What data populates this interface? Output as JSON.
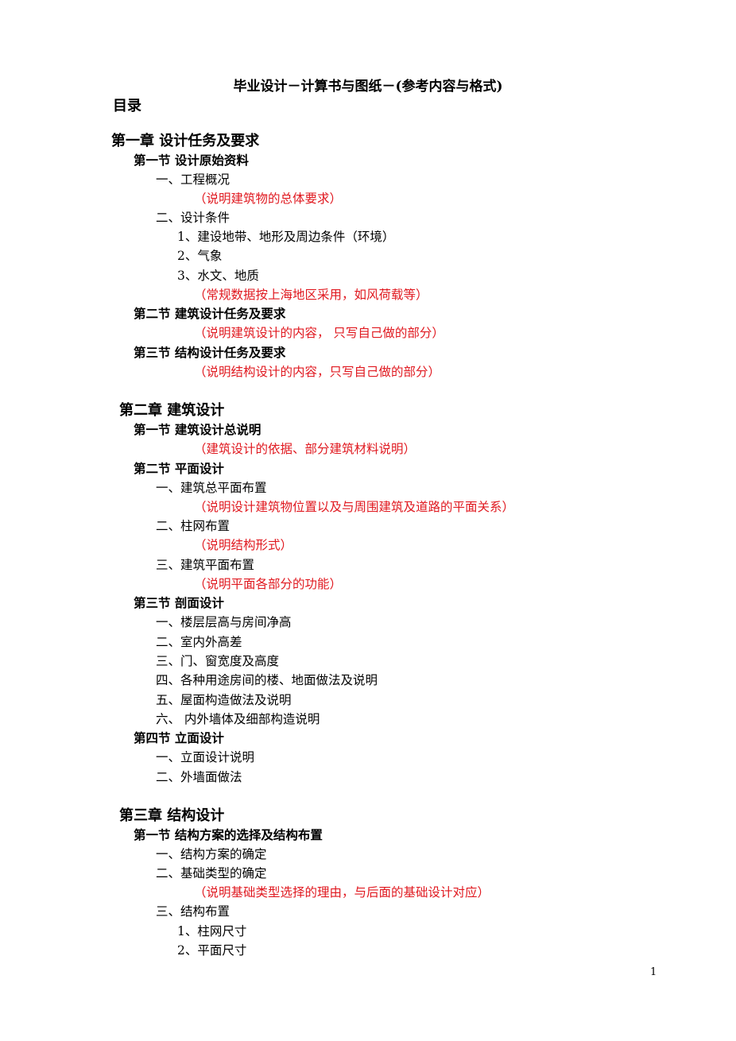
{
  "doc_title": "毕业设计－计算书与图纸－(参考内容与格式)",
  "toc_heading": "目录",
  "lines": [
    {
      "text": "第一章 设计任务及要求",
      "kind": "chapter",
      "indent": 0
    },
    {
      "text": "第一节 设计原始资料",
      "kind": "section",
      "indent": 1
    },
    {
      "text": "一、工程概况",
      "kind": "item",
      "indent": 2
    },
    {
      "text": "（说明建筑物的总体要求）",
      "kind": "note",
      "indent": 3
    },
    {
      "text": "二、设计条件",
      "kind": "item",
      "indent": 2
    },
    {
      "text": "1、建设地带、地形及周边条件（环境）",
      "kind": "item",
      "indent": 4
    },
    {
      "text": "2、气象",
      "kind": "item",
      "indent": 4
    },
    {
      "text": "3、水文、地质",
      "kind": "item",
      "indent": 4
    },
    {
      "text": "（常规数据按上海地区采用，如风荷载等）",
      "kind": "note",
      "indent": 3
    },
    {
      "text": "第二节 建筑设计任务及要求",
      "kind": "section",
      "indent": 1
    },
    {
      "text": "（说明建筑设计的内容， 只写自己做的部分）",
      "kind": "note",
      "indent": 3
    },
    {
      "text": "第三节 结构设计任务及要求",
      "kind": "section",
      "indent": 1
    },
    {
      "text": "（说明结构设计的内容，只写自己做的部分）",
      "kind": "note",
      "indent": 3
    },
    {
      "text": "第二章 建筑设计",
      "kind": "chapter",
      "indent": 5
    },
    {
      "text": "第一节 建筑设计总说明",
      "kind": "section",
      "indent": 1
    },
    {
      "text": "（建筑设计的依据、部分建筑材料说明）",
      "kind": "note",
      "indent": 3
    },
    {
      "text": "第二节 平面设计",
      "kind": "section",
      "indent": 1
    },
    {
      "text": "一、建筑总平面布置",
      "kind": "item",
      "indent": 2
    },
    {
      "text": "（说明设计建筑物位置以及与周围建筑及道路的平面关系）",
      "kind": "note",
      "indent": 3
    },
    {
      "text": "二、柱网布置",
      "kind": "item",
      "indent": 2
    },
    {
      "text": "（说明结构形式）",
      "kind": "note",
      "indent": 3
    },
    {
      "text": "三、建筑平面布置",
      "kind": "item",
      "indent": 2
    },
    {
      "text": "（说明平面各部分的功能）",
      "kind": "note",
      "indent": 3
    },
    {
      "text": "第三节 剖面设计",
      "kind": "section",
      "indent": 1
    },
    {
      "text": "一、楼层层高与房间净高",
      "kind": "item",
      "indent": 2
    },
    {
      "text": "二、室内外高差",
      "kind": "item",
      "indent": 2
    },
    {
      "text": "三、门、窗宽度及高度",
      "kind": "item",
      "indent": 2
    },
    {
      "text": "四、各种用途房间的楼、地面做法及说明",
      "kind": "item",
      "indent": 2
    },
    {
      "text": "五、屋面构造做法及说明",
      "kind": "item",
      "indent": 2
    },
    {
      "text": "六、 内外墙体及细部构造说明",
      "kind": "item",
      "indent": 2
    },
    {
      "text": "第四节 立面设计",
      "kind": "section",
      "indent": 1
    },
    {
      "text": "一、立面设计说明",
      "kind": "item",
      "indent": 2
    },
    {
      "text": "二、外墙面做法",
      "kind": "item",
      "indent": 2
    },
    {
      "text": "第三章 结构设计",
      "kind": "chapter",
      "indent": 5
    },
    {
      "text": "第一节 结构方案的选择及结构布置",
      "kind": "section",
      "indent": 1
    },
    {
      "text": "一、结构方案的确定",
      "kind": "item",
      "indent": 2
    },
    {
      "text": "二、基础类型的确定",
      "kind": "item",
      "indent": 2
    },
    {
      "text": "（说明基础类型选择的理由，与后面的基础设计对应）",
      "kind": "note",
      "indent": 3
    },
    {
      "text": "三、结构布置",
      "kind": "item",
      "indent": 2
    },
    {
      "text": "1、柱网尺寸",
      "kind": "item",
      "indent": 4
    },
    {
      "text": "2、平面尺寸",
      "kind": "item",
      "indent": 4
    }
  ],
  "page_number": "1"
}
